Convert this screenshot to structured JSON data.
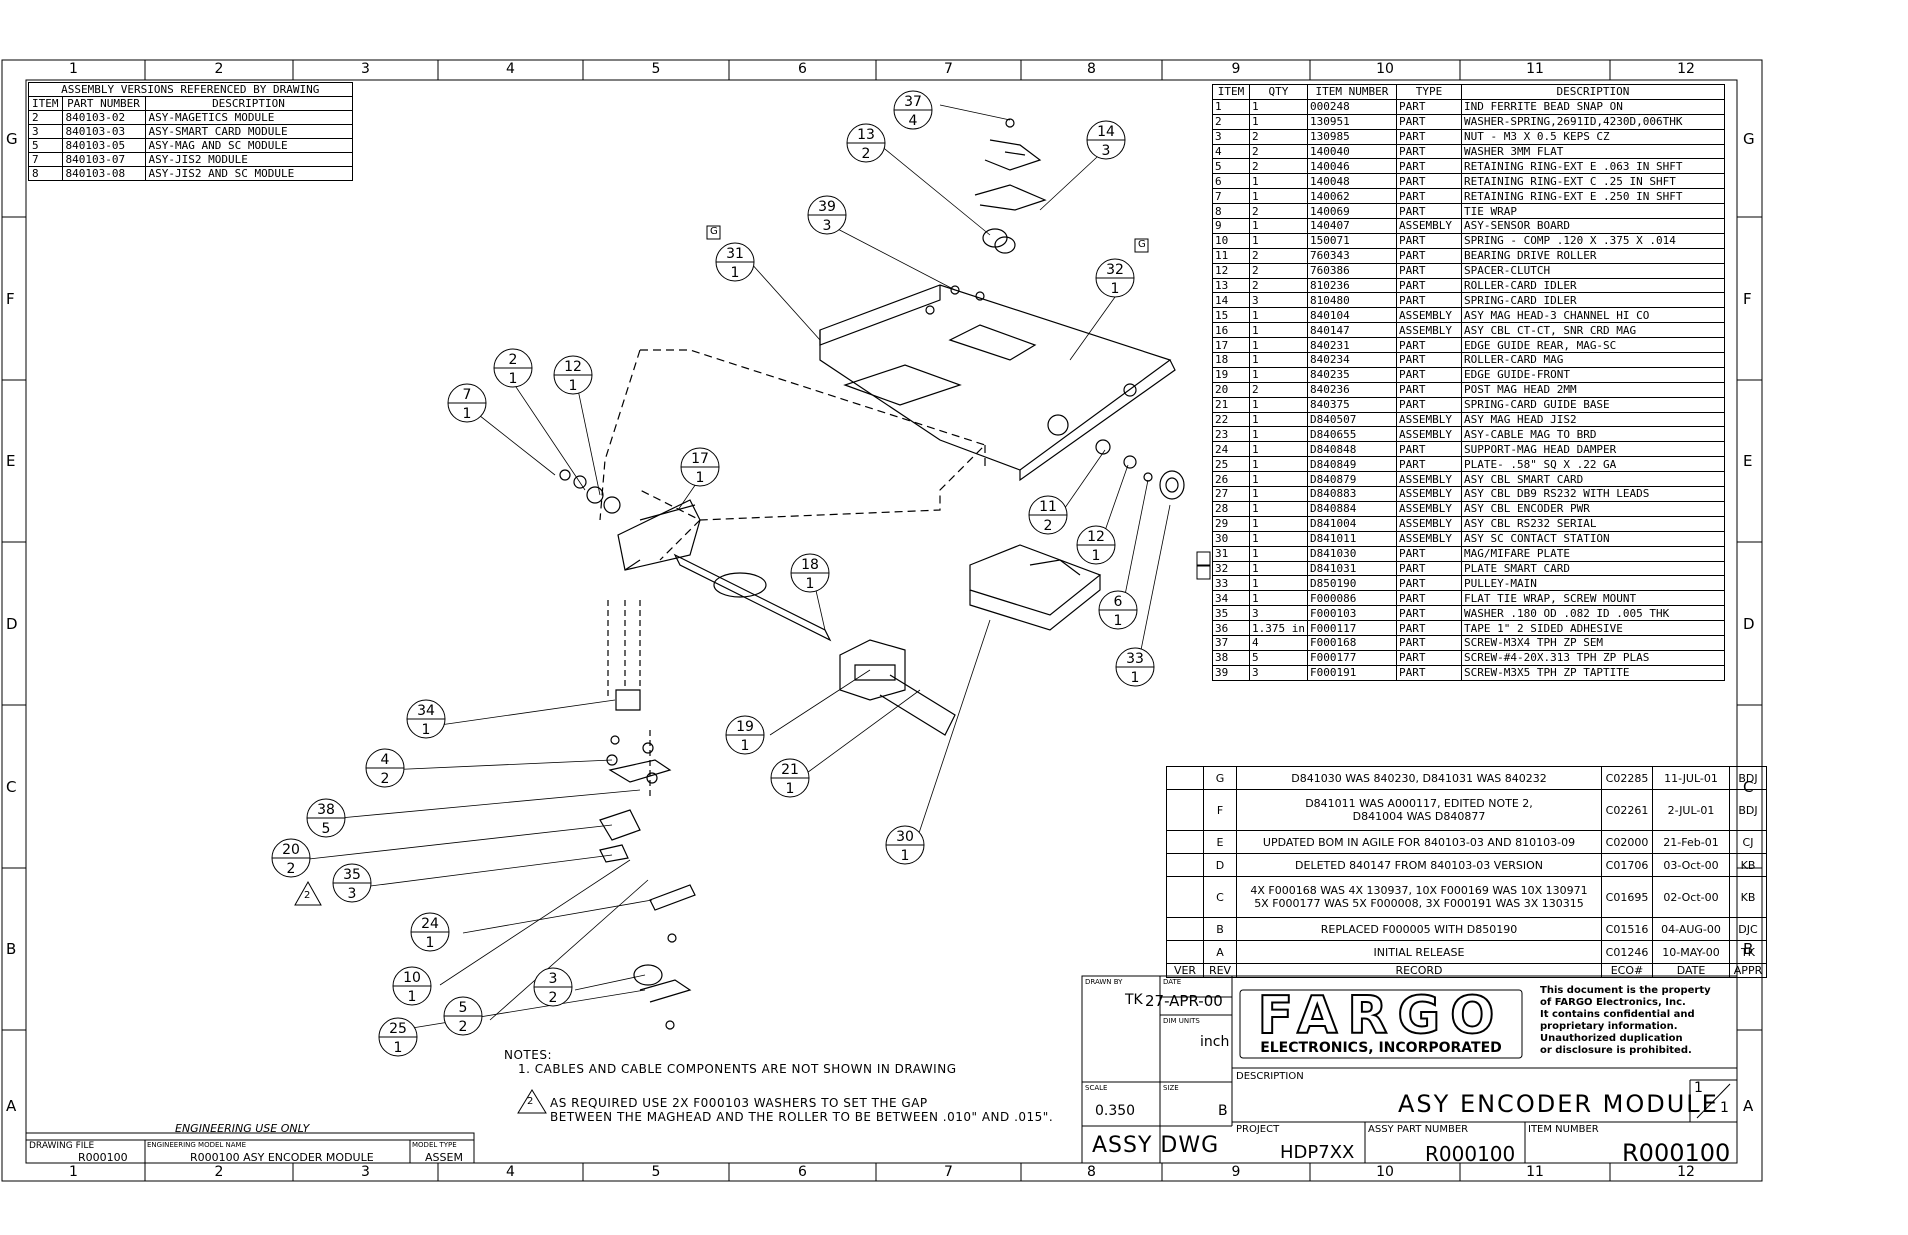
{
  "grid": {
    "columns": [
      "1",
      "2",
      "3",
      "4",
      "5",
      "6",
      "7",
      "8",
      "9",
      "10",
      "11",
      "12"
    ],
    "rows": [
      "G",
      "F",
      "E",
      "D",
      "C",
      "B",
      "A"
    ]
  },
  "assembly_versions": {
    "title": "ASSEMBLY VERSIONS REFERENCED BY DRAWING",
    "headers": [
      "ITEM",
      "PART NUMBER",
      "DESCRIPTION"
    ],
    "rows": [
      [
        "2",
        "840103-02",
        "ASY-MAGETICS MODULE"
      ],
      [
        "3",
        "840103-03",
        "ASY-SMART CARD MODULE"
      ],
      [
        "5",
        "840103-05",
        "ASY-MAG AND SC MODULE"
      ],
      [
        "7",
        "840103-07",
        "ASY-JIS2 MODULE"
      ],
      [
        "8",
        "840103-08",
        "ASY-JIS2 AND SC MODULE"
      ]
    ]
  },
  "bom": {
    "headers": [
      "ITEM",
      "QTY",
      "ITEM NUMBER",
      "TYPE",
      "DESCRIPTION"
    ],
    "rows": [
      [
        "",
        "1",
        "1",
        "000248",
        "PART",
        "IND FERRITE BEAD SNAP ON"
      ],
      [
        "",
        "2",
        "1",
        "130951",
        "PART",
        "WASHER-SPRING,2691ID,4230D,006THK"
      ],
      [
        "",
        "3",
        "2",
        "130985",
        "PART",
        "NUT - M3 X 0.5 KEPS CZ"
      ],
      [
        "",
        "4",
        "2",
        "140040",
        "PART",
        "WASHER 3MM FLAT"
      ],
      [
        "",
        "5",
        "2",
        "140046",
        "PART",
        "RETAINING RING-EXT E .063 IN SHFT"
      ],
      [
        "",
        "6",
        "1",
        "140048",
        "PART",
        "RETAINING RING-EXT C .25 IN SHFT"
      ],
      [
        "",
        "7",
        "1",
        "140062",
        "PART",
        "RETAINING RING-EXT E .250 IN SHFT"
      ],
      [
        "",
        "8",
        "2",
        "140069",
        "PART",
        "TIE WRAP"
      ],
      [
        "",
        "9",
        "1",
        "140407",
        "ASSEMBLY",
        "ASY-SENSOR BOARD"
      ],
      [
        "",
        "10",
        "1",
        "150071",
        "PART",
        "SPRING - COMP .120 X .375 X .014"
      ],
      [
        "",
        "11",
        "2",
        "760343",
        "PART",
        "BEARING DRIVE ROLLER"
      ],
      [
        "",
        "12",
        "2",
        "760386",
        "PART",
        "SPACER-CLUTCH"
      ],
      [
        "",
        "13",
        "2",
        "810236",
        "PART",
        "ROLLER-CARD IDLER"
      ],
      [
        "",
        "14",
        "3",
        "810480",
        "PART",
        "SPRING-CARD IDLER"
      ],
      [
        "",
        "15",
        "1",
        "840104",
        "ASSEMBLY",
        "ASY MAG HEAD-3 CHANNEL HI CO"
      ],
      [
        "",
        "16",
        "1",
        "840147",
        "ASSEMBLY",
        "ASY CBL CT-CT, SNR CRD MAG"
      ],
      [
        "",
        "17",
        "1",
        "840231",
        "PART",
        "EDGE GUIDE REAR, MAG-SC"
      ],
      [
        "",
        "18",
        "1",
        "840234",
        "PART",
        "ROLLER-CARD MAG"
      ],
      [
        "",
        "19",
        "1",
        "840235",
        "PART",
        "EDGE GUIDE-FRONT"
      ],
      [
        "",
        "20",
        "2",
        "840236",
        "PART",
        "POST MAG HEAD 2MM"
      ],
      [
        "",
        "21",
        "1",
        "840375",
        "PART",
        "SPRING-CARD GUIDE BASE"
      ],
      [
        "",
        "22",
        "1",
        "D840507",
        "ASSEMBLY",
        "ASY MAG HEAD JIS2"
      ],
      [
        "",
        "23",
        "1",
        "D840655",
        "ASSEMBLY",
        "ASY-CABLE MAG TO BRD"
      ],
      [
        "",
        "24",
        "1",
        "D840848",
        "PART",
        "SUPPORT-MAG HEAD DAMPER"
      ],
      [
        "",
        "25",
        "1",
        "D840849",
        "PART",
        "PLATE- .58\" SQ X .22 GA"
      ],
      [
        "",
        "26",
        "1",
        "D840879",
        "ASSEMBLY",
        "ASY CBL SMART CARD"
      ],
      [
        "",
        "27",
        "1",
        "D840883",
        "ASSEMBLY",
        "ASY CBL DB9 RS232 WITH LEADS"
      ],
      [
        "",
        "28",
        "1",
        "D840884",
        "ASSEMBLY",
        "ASY CBL ENCODER PWR"
      ],
      [
        "",
        "29",
        "1",
        "D841004",
        "ASSEMBLY",
        "ASY CBL RS232 SERIAL"
      ],
      [
        "",
        "30",
        "1",
        "D841011",
        "ASSEMBLY",
        "ASY SC CONTACT STATION"
      ],
      [
        "G",
        "31",
        "1",
        "D841030",
        "PART",
        "MAG/MIFARE PLATE"
      ],
      [
        "G",
        "32",
        "1",
        "D841031",
        "PART",
        "PLATE SMART CARD"
      ],
      [
        "",
        "33",
        "1",
        "D850190",
        "PART",
        "PULLEY-MAIN"
      ],
      [
        "",
        "34",
        "1",
        "F000086",
        "PART",
        "FLAT TIE WRAP, SCREW MOUNT"
      ],
      [
        "",
        "35",
        "3",
        "F000103",
        "PART",
        "WASHER .180 OD .082 ID .005 THK"
      ],
      [
        "",
        "36",
        "1.375 in",
        "F000117",
        "PART",
        "TAPE 1\" 2 SIDED ADHESIVE"
      ],
      [
        "",
        "37",
        "4",
        "F000168",
        "PART",
        "SCREW-M3X4 TPH ZP SEM"
      ],
      [
        "",
        "38",
        "5",
        "F000177",
        "PART",
        "SCREW-#4-20X.313 TPH ZP PLAS"
      ],
      [
        "",
        "39",
        "3",
        "F000191",
        "PART",
        "SCREW-M3X5 TPH ZP TAPTITE"
      ]
    ]
  },
  "revisions": {
    "rows": [
      [
        "G",
        "D841030 WAS 840230, D841031 WAS 840232",
        "C02285",
        "11-JUL-01",
        "BDJ"
      ],
      [
        "F",
        "D841011 WAS A000117, EDITED NOTE 2,\nD841004 WAS D840877",
        "C02261",
        "2-JUL-01",
        "BDJ"
      ],
      [
        "E",
        "UPDATED BOM IN AGILE FOR 840103-03 AND 810103-09",
        "C02000",
        "21-Feb-01",
        "CJ"
      ],
      [
        "D",
        "DELETED 840147 FROM 840103-03 VERSION",
        "C01706",
        "03-Oct-00",
        "KB"
      ],
      [
        "C",
        "4X F000168 WAS 4X 130937, 10X F000169 WAS 10X 130971\n5X F000177 WAS 5X F000008, 3X F000191 WAS 3X 130315",
        "C01695",
        "02-Oct-00",
        "KB"
      ],
      [
        "B",
        "REPLACED F000005 WITH D850190",
        "C01516",
        "04-AUG-00",
        "DJC"
      ],
      [
        "A",
        "INITIAL RELEASE",
        "C01246",
        "10-MAY-00",
        "TK"
      ]
    ],
    "footer": [
      "VER",
      "REV",
      "RECORD",
      "ECO#",
      "DATE",
      "APPR"
    ]
  },
  "notes": {
    "title": "NOTES:",
    "note1": "1. CABLES AND CABLE COMPONENTS ARE NOT SHOWN IN DRAWING",
    "note2_num": "2",
    "note2_line1": "AS REQUIRED USE 2X F000103 WASHERS TO SET THE GAP",
    "note2_line2": "BETWEEN THE MAGHEAD AND THE ROLLER TO BE BETWEEN .010\" AND .015\"."
  },
  "engineering": {
    "title": "ENGINEERING USE ONLY",
    "drawing_file_label": "DRAWING FILE",
    "drawing_file": "R000100",
    "model_name_label": "ENGINEERING MODEL NAME",
    "model_name": "R000100 ASY ENCODER MODULE",
    "model_type_label": "MODEL TYPE",
    "model_type": "ASSEM"
  },
  "title_block": {
    "drawn_by_label": "DRAWN BY",
    "drawn_by": "TK",
    "date_label": "DATE",
    "date": "27-APR-00",
    "dim_units_label": "DIM UNITS",
    "dim_units": "inch",
    "scale_label": "SCALE",
    "scale": "0.350",
    "size_label": "SIZE",
    "size": "B",
    "dwg_type": "ASSY DWG",
    "company": "FARGO",
    "company_sub": "ELECTRONICS, INCORPORATED",
    "proprietary": "This document is the property\nof FARGO Electronics, Inc.\nIt contains confidential and\nproprietary information.\nUnauthorized duplication\nor disclosure is prohibited.",
    "description_label": "DESCRIPTION",
    "description": "ASY ENCODER MODULE",
    "sheet": "1",
    "sheet_of": "1",
    "project_label": "PROJECT",
    "project": "HDP7XX",
    "assy_part_label": "ASSY PART NUMBER",
    "assy_part": "R000100",
    "item_number_label": "ITEM NUMBER",
    "item_number": "R000100"
  },
  "balloons": [
    {
      "item": "37",
      "qty": "4"
    },
    {
      "item": "13",
      "qty": "2"
    },
    {
      "item": "14",
      "qty": "3"
    },
    {
      "item": "39",
      "qty": "3"
    },
    {
      "item": "31",
      "qty": "1"
    },
    {
      "item": "32",
      "qty": "1"
    },
    {
      "item": "2",
      "qty": "1"
    },
    {
      "item": "12",
      "qty": "1"
    },
    {
      "item": "7",
      "qty": "1"
    },
    {
      "item": "17",
      "qty": "1"
    },
    {
      "item": "11",
      "qty": "2"
    },
    {
      "item": "12",
      "qty": "1"
    },
    {
      "item": "18",
      "qty": "1"
    },
    {
      "item": "6",
      "qty": "1"
    },
    {
      "item": "33",
      "qty": "1"
    },
    {
      "item": "34",
      "qty": "1"
    },
    {
      "item": "4",
      "qty": "2"
    },
    {
      "item": "19",
      "qty": "1"
    },
    {
      "item": "21",
      "qty": "1"
    },
    {
      "item": "38",
      "qty": "5"
    },
    {
      "item": "20",
      "qty": "2"
    },
    {
      "item": "35",
      "qty": "3"
    },
    {
      "item": "30",
      "qty": "1"
    },
    {
      "item": "24",
      "qty": "1"
    },
    {
      "item": "10",
      "qty": "1"
    },
    {
      "item": "3",
      "qty": "2"
    },
    {
      "item": "5",
      "qty": "2"
    },
    {
      "item": "25",
      "qty": "1"
    }
  ],
  "flags": {
    "rev_g": "G",
    "note2": "2"
  }
}
